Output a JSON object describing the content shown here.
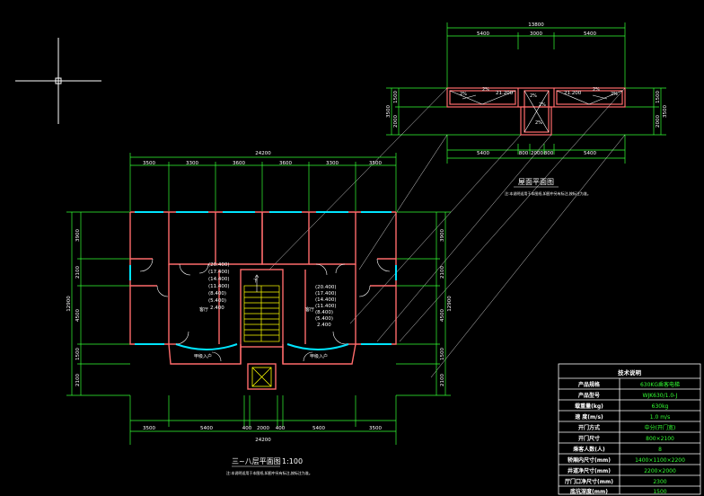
{
  "colors": {
    "background": "#000000",
    "wall": "#ff6b6b",
    "window": "#00e5ff",
    "dimension": "#33ff33",
    "text": "#ffffff",
    "stair": "#ffff00",
    "leader": "#ffffff"
  },
  "roof_plan": {
    "title": "屋面平面图",
    "note": "注:本说明适用于本图纸,如图中另有标注,按标注为准。",
    "top_total": "13800",
    "top_dims": [
      "5400",
      "3000",
      "5400"
    ],
    "bottom_dims": [
      "5400",
      "800",
      "2000",
      "800",
      "5400"
    ],
    "left_dims": [
      "1500",
      "2000"
    ],
    "left_total": "3500",
    "right_dims": [
      "1500",
      "2000"
    ],
    "right_total": "3500",
    "slope_labels": [
      "2%",
      "2%",
      "2%",
      "2%",
      "2%",
      "2%",
      "2%"
    ],
    "elevations": [
      "21.200",
      "21.200"
    ]
  },
  "floor_plan": {
    "title": "三~八层平面图",
    "scale": "1:100",
    "note": "注:本说明适用于本图纸,如图中另有标注,按标注为准。",
    "top_total": "24200",
    "top_dims": [
      "3500",
      "3300",
      "3600",
      "3600",
      "3300",
      "3500"
    ],
    "bottom_dims": [
      "3500",
      "5400",
      "400",
      "2000",
      "400",
      "5400",
      "3500"
    ],
    "bottom_total": "24200",
    "left_dims": [
      "3900",
      "2100",
      "4500",
      "1500",
      "2100"
    ],
    "left_total": "12900",
    "right_dims": [
      "3900",
      "2100",
      "4500",
      "1500",
      "2100"
    ],
    "right_total": "12900",
    "elevations_left": [
      "(20.400)",
      "(17.400)",
      "(14.400)",
      "(11.400)",
      "(8.400)",
      "(5.400)",
      "2.400"
    ],
    "elevations_right": [
      "(20.400)",
      "(17.400)",
      "(14.400)",
      "(11.400)",
      "(8.400)",
      "(5.400)",
      "2.400"
    ],
    "room_labels": [
      "客厅",
      "客厅"
    ],
    "entrance_labels": [
      "甲级入户",
      "甲级入户"
    ],
    "stair_up_label": "下"
  },
  "spec_table": {
    "heading": "技术说明",
    "rows": [
      {
        "key": "产品规格",
        "value": "630KG乘客电梯"
      },
      {
        "key": "产品型号",
        "value": "WJK630/1.0-J"
      },
      {
        "key": "载重量(kg)",
        "value": "630kg"
      },
      {
        "key": "速  度(m/s)",
        "value": "1.0 m/s"
      },
      {
        "key": "开门方式",
        "value": "中分(开门宽)"
      },
      {
        "key": "开门尺寸",
        "value": "800×2100"
      },
      {
        "key": "乘客人数(人)",
        "value": "8"
      },
      {
        "key": "轿厢内尺寸(mm)",
        "value": "1400×1100×2200"
      },
      {
        "key": "井道净尺寸(mm)",
        "value": "2200×2000"
      },
      {
        "key": "厅门口净尺寸(mm)",
        "value": "2300"
      },
      {
        "key": "底坑深度(mm)",
        "value": "1500"
      }
    ]
  }
}
